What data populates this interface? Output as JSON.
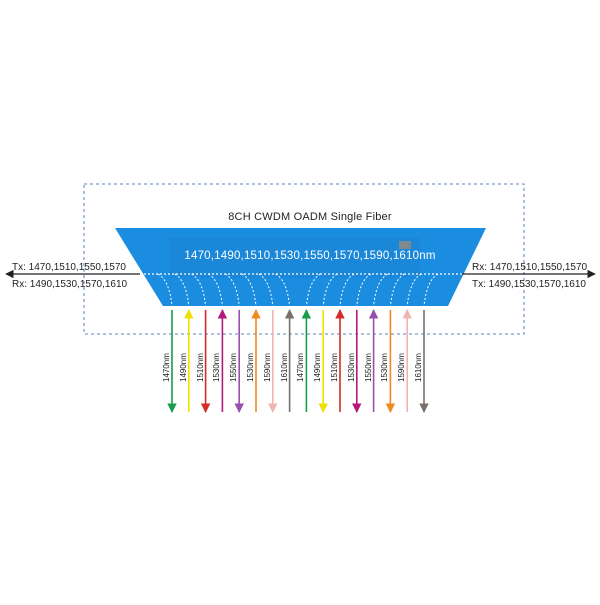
{
  "diagram": {
    "title": "8CH CWDM OADM Single Fiber",
    "band_label": "1470,1490,1510,1530,1550,1570,1590,1610nm",
    "left": {
      "tx": "Tx: 1470,1510,1550,1570",
      "rx": "Rx: 1490,1530,1570,1610"
    },
    "right": {
      "rx": "Rx: 1470,1510,1550,1570",
      "tx": "Tx: 1490,1530,1570,1610"
    },
    "channels": [
      {
        "label": "1470nm",
        "color": "#1a9d4a",
        "dir": "down"
      },
      {
        "label": "1490nm",
        "color": "#f0e000",
        "dir": "up"
      },
      {
        "label": "1510nm",
        "color": "#d42a2a",
        "dir": "down"
      },
      {
        "label": "1530nm",
        "color": "#b4197a",
        "dir": "up"
      },
      {
        "label": "1550nm",
        "color": "#9a4fb0",
        "dir": "down"
      },
      {
        "label": "1530nm",
        "color": "#f08a1e",
        "dir": "up"
      },
      {
        "label": "1590nm",
        "color": "#f2b4b0",
        "dir": "down"
      },
      {
        "label": "1610nm",
        "color": "#7a6f6a",
        "dir": "up"
      },
      {
        "label": "1470nm",
        "color": "#1a9d4a",
        "dir": "up"
      },
      {
        "label": "1490nm",
        "color": "#f0e000",
        "dir": "down"
      },
      {
        "label": "1510nm",
        "color": "#d42a2a",
        "dir": "up"
      },
      {
        "label": "1530nm",
        "color": "#b4197a",
        "dir": "down"
      },
      {
        "label": "1550nm",
        "color": "#9a4fb0",
        "dir": "up"
      },
      {
        "label": "1530nm",
        "color": "#f08a1e",
        "dir": "down"
      },
      {
        "label": "1590nm",
        "color": "#f2b4b0",
        "dir": "up"
      },
      {
        "label": "1610nm",
        "color": "#7a6f6a",
        "dir": "down"
      }
    ],
    "colors": {
      "module_fill": "#1b8de0",
      "module_fill_dark": "#1678c4",
      "dashed_border": "#5d86c2",
      "arrow_black": "#222222"
    }
  }
}
